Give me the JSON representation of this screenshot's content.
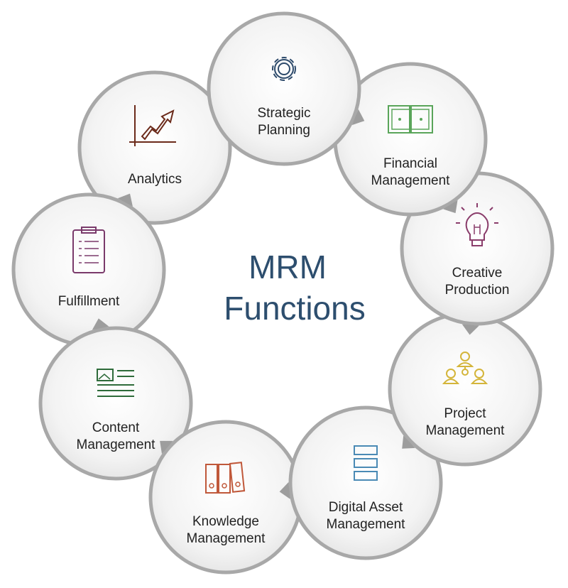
{
  "title": {
    "line1": "MRM",
    "line2": "Functions",
    "color": "#2d4e6e"
  },
  "nodes": [
    {
      "line1": "Strategic",
      "line2": "Planning",
      "icon": "gear-icon",
      "color": "#2d4a6b"
    },
    {
      "line1": "Financial",
      "line2": "Management",
      "icon": "money-icon",
      "color": "#5aa55a"
    },
    {
      "line1": "Creative",
      "line2": "Production",
      "icon": "lightbulb-icon",
      "color": "#8a3d6b"
    },
    {
      "line1": "Project",
      "line2": "Management",
      "icon": "team-icon",
      "color": "#d4b53a"
    },
    {
      "line1": "Digital Asset",
      "line2": "Management",
      "icon": "server-icon",
      "color": "#4a8ab5"
    },
    {
      "line1": "Knowledge",
      "line2": "Management",
      "icon": "binders-icon",
      "color": "#c0583a"
    },
    {
      "line1": "Content",
      "line2": "Management",
      "icon": "content-icon",
      "color": "#2e6b3a"
    },
    {
      "line1": "Fulfillment",
      "line2": "",
      "icon": "clipboard-icon",
      "color": "#7a3a6b"
    },
    {
      "line1": "Analytics",
      "line2": "",
      "icon": "growth-chart-icon",
      "color": "#6b2a1a"
    }
  ]
}
